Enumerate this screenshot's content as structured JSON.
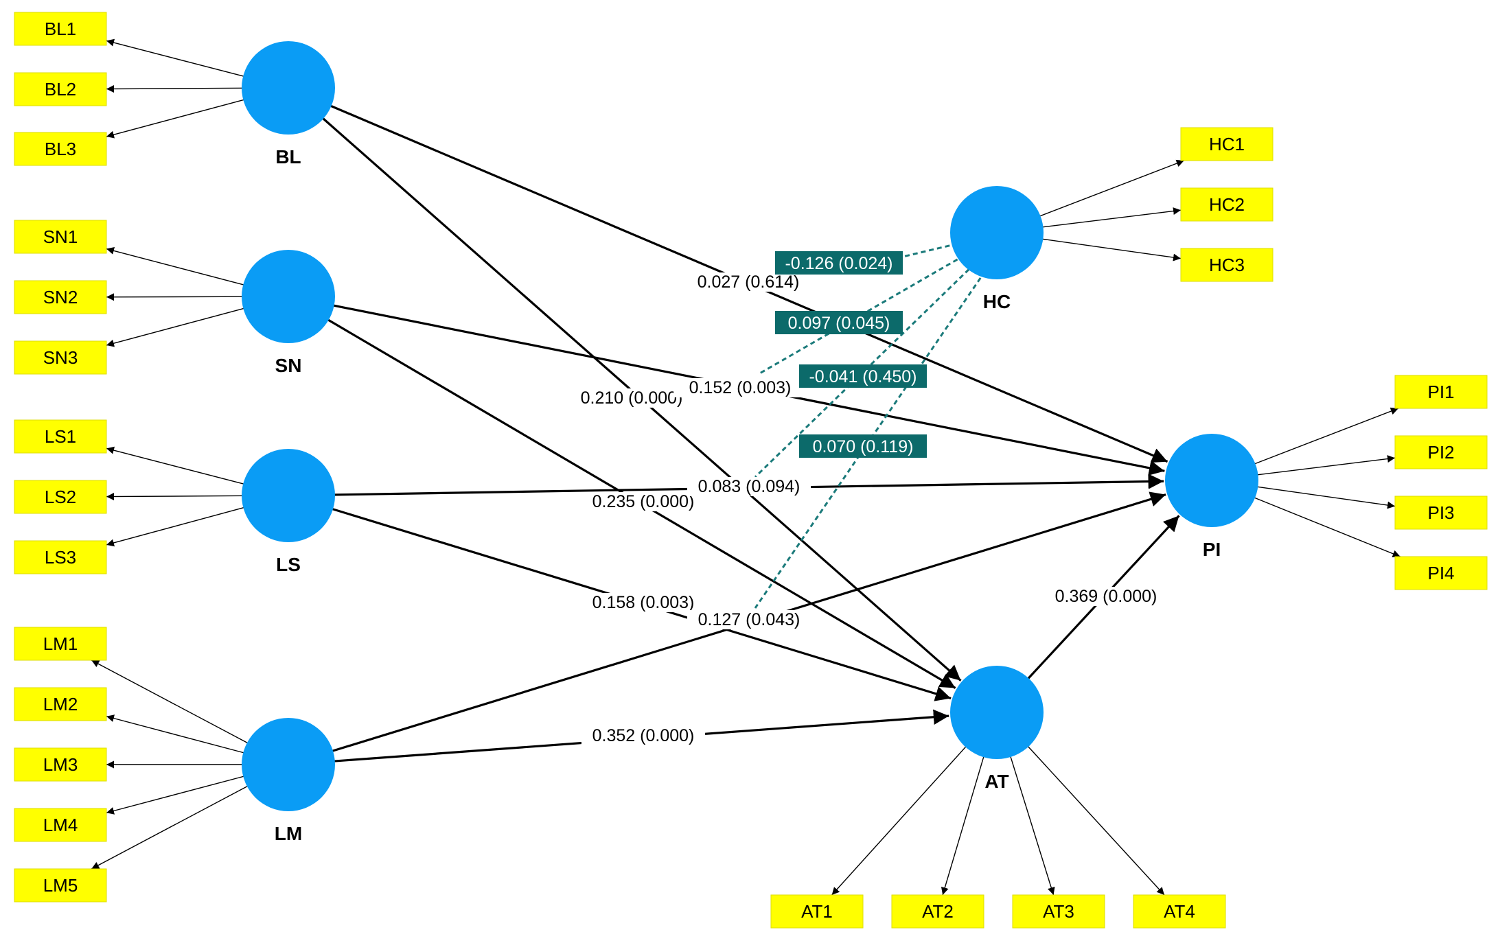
{
  "latents": {
    "BL": "BL",
    "SN": "SN",
    "LS": "LS",
    "LM": "LM",
    "HC": "HC",
    "AT": "AT",
    "PI": "PI"
  },
  "indicators": {
    "BL1": "BL1",
    "BL2": "BL2",
    "BL3": "BL3",
    "SN1": "SN1",
    "SN2": "SN2",
    "SN3": "SN3",
    "LS1": "LS1",
    "LS2": "LS2",
    "LS3": "LS3",
    "LM1": "LM1",
    "LM2": "LM2",
    "LM3": "LM3",
    "LM4": "LM4",
    "LM5": "LM5",
    "HC1": "HC1",
    "HC2": "HC2",
    "HC3": "HC3",
    "PI1": "PI1",
    "PI2": "PI2",
    "PI3": "PI3",
    "PI4": "PI4",
    "AT1": "AT1",
    "AT2": "AT2",
    "AT3": "AT3",
    "AT4": "AT4"
  },
  "paths": {
    "BL_PI": "0.027 (0.614)",
    "BL_AT": "0.210  (0.000)",
    "SN_PI": "0.152  (0.003)",
    "SN_AT": "0.235 (0.000)",
    "LS_PI": "0.083 (0.094)",
    "LS_AT": "0.158 (0.003)",
    "LM_PI": "0.127 (0.043)",
    "LM_AT": "0.352 (0.000)",
    "AT_PI": "0.369 (0.000)"
  },
  "moderation": {
    "HC_BL_PI": "-0.126 (0.024)",
    "HC_SN_PI": "0.097 (0.045)",
    "HC_LS_PI": "-0.041 (0.450)",
    "HC_LM_PI": "0.070 (0.119)"
  },
  "colors": {
    "indicator_fill": "#ffff00",
    "latent_fill": "#0a9cf5",
    "moderation_fill": "#0c6a6a"
  }
}
